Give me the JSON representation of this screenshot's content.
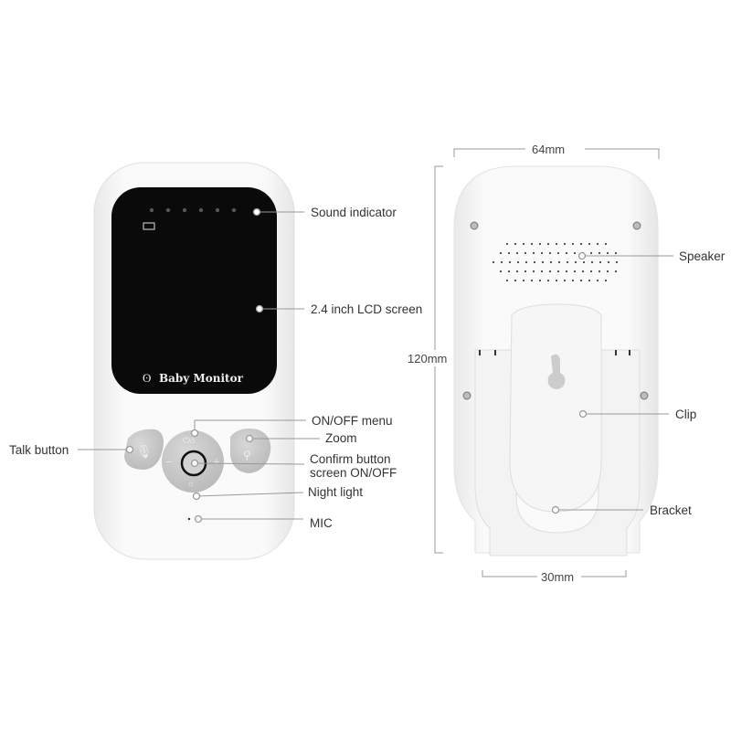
{
  "front": {
    "brand_logo_text": "Baby Monitor",
    "callouts": {
      "sound_indicator": "Sound indicator",
      "lcd_screen": "2.4 inch LCD screen",
      "talk_button": "Talk button",
      "onoff_menu": "ON/OFF menu",
      "zoom": "Zoom",
      "confirm_line1": "Confirm button",
      "confirm_line2": "screen ON/OFF",
      "night_light": "Night light",
      "mic": "MIC"
    }
  },
  "back": {
    "dimensions": {
      "width": "64mm",
      "height": "120mm",
      "bracket_width": "30mm"
    },
    "callouts": {
      "speaker": "Speaker",
      "clip": "Clip",
      "bracket": "Bracket"
    }
  },
  "colors": {
    "screen": "#0a0a0a",
    "button": "#c9c9c9",
    "body": "#f7f7f7"
  }
}
